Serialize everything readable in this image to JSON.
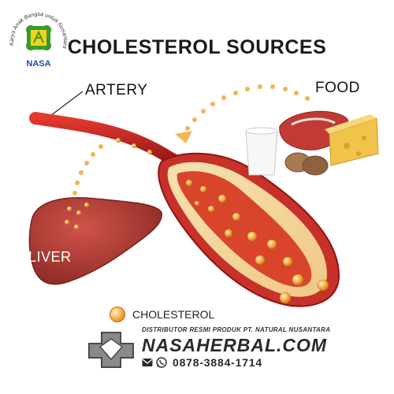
{
  "logo": {
    "arc_text": "Karya Anak Bangsa untuk Nusantara",
    "brand_text": "NASA",
    "colors": {
      "green": "#3a9a2a",
      "yellow": "#f2d21c"
    }
  },
  "title": "CHOLESTEROL SOURCES",
  "labels": {
    "artery": "ARTERY",
    "food": "FOOD",
    "liver": "LIVER"
  },
  "legend": {
    "label": "CHOLESTEROL"
  },
  "footer": {
    "distributor": "DISTRIBUTOR RESMI PRODUK PT. NATURAL NUSANTARA",
    "website": "NASAHERBAL.COM",
    "phone": "0878-3884-1714",
    "icons": [
      "email-icon",
      "whatsapp-icon"
    ]
  },
  "colors": {
    "artery_red": "#c0201e",
    "liver": "#b73a33",
    "cholesterol": "#f3a944",
    "plaque": "#f4d27a"
  }
}
